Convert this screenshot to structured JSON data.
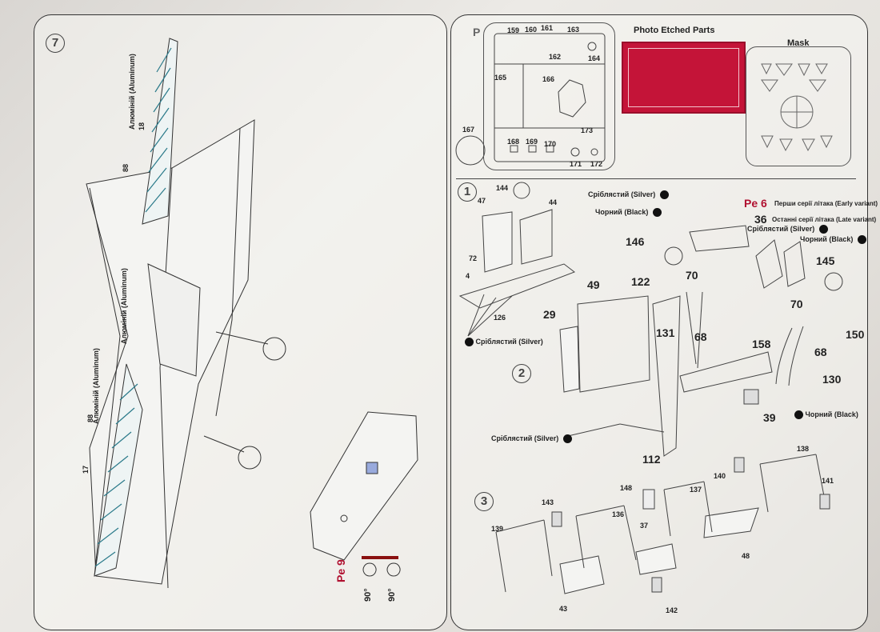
{
  "left_page": {
    "step_number": "7",
    "aluminum_label_top": "Алюміній (Aluminum)",
    "aluminum_label_mid": "Алюміній (Aluminum)",
    "aluminum_label_low": "Алюміній (Aluminum)",
    "part_18": "18",
    "part_88_top": "88",
    "part_88_low": "88",
    "part_17": "17",
    "pe9": "Pe 9",
    "angle_1": "90°",
    "angle_2": "90°"
  },
  "right_page": {
    "sprue_letter": "P",
    "sprue_parts": [
      "159",
      "160",
      "161",
      "163",
      "162",
      "164",
      "165",
      "166",
      "167",
      "173",
      "168",
      "169",
      "170",
      "171",
      "172"
    ],
    "photo_etched_title": "Photo Etched Parts",
    "mask_title": "Mask",
    "step1": {
      "number": "1",
      "parts": [
        "144",
        "47",
        "44",
        "72",
        "4",
        "126"
      ],
      "silver": "Сріблястий (Silver)"
    },
    "step2": {
      "number": "2",
      "silver_top": "Сріблястий (Silver)",
      "black_top": "Чорний (Black)",
      "pe6": "Pe 6",
      "pe6_note": "Перши серії літака (Early variant)",
      "part_36": "36",
      "part36_note": "Останні серії літака (Late variant)",
      "silver_right": "Сріблястий (Silver)",
      "black_right": "Чорний (Black)",
      "parts": [
        "146",
        "49",
        "122",
        "70",
        "29",
        "145",
        "131",
        "68",
        "70",
        "158",
        "68",
        "150",
        "130",
        "39",
        "112"
      ],
      "black_bottom": "Чорний (Black)",
      "silver_bottom": "Сріблястий (Silver)"
    },
    "step3": {
      "number": "3",
      "parts": [
        "138",
        "140",
        "141",
        "148",
        "137",
        "143",
        "136",
        "37",
        "139",
        "48",
        "43",
        "142"
      ]
    }
  }
}
